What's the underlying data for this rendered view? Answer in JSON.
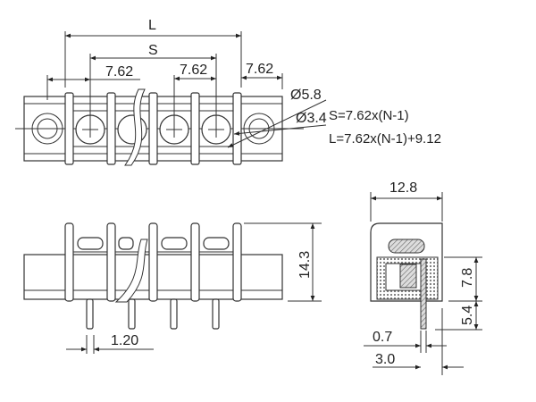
{
  "top_view": {
    "L": "L",
    "S": "S",
    "pitch_left": "7.62",
    "pitch_mid": "7.62",
    "pitch_right": "7.62",
    "hole_outer": "Ø5.8",
    "hole_inner": "Ø3.4"
  },
  "formulas": {
    "s": "S=7.62x(N-1)",
    "l": "L=7.62x(N-1)+9.12"
  },
  "front_view": {
    "height": "14.3",
    "pin_width": "1.20"
  },
  "side_view": {
    "width": "12.8",
    "body_height": "7.8",
    "pin_length": "5.4",
    "pin_thickness": "0.7",
    "pin_offset": "3.0"
  },
  "colors": {
    "line": "#333333",
    "background": "#ffffff"
  }
}
